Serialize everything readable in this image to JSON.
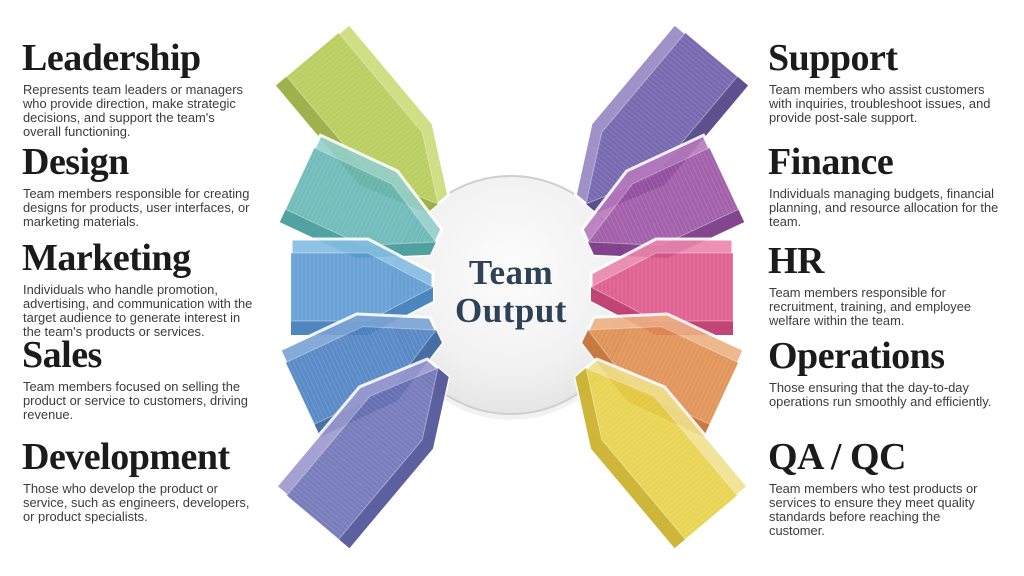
{
  "center": {
    "title_line1": "Team",
    "title_line2": "Output"
  },
  "colors": {
    "title_text": "#2d4256",
    "circle_fill_inner": "#fdfdfd",
    "circle_fill_outer": "#e2e2e2",
    "circle_rim": "#cfcfcf",
    "heading_text": "#1b1b1b",
    "body_text": "#3c3c3c",
    "background": "#ffffff"
  },
  "left_sections": [
    {
      "heading": "Leadership",
      "body": "Represents team leaders or managers\nwho provide direction, make strategic\ndecisions, and support the team's\noverall functioning."
    },
    {
      "heading": "Design",
      "body": "Team members responsible for creating\ndesigns for products, user interfaces, or\nmarketing materials."
    },
    {
      "heading": "Marketing",
      "body": "Individuals who handle promotion,\nadvertising, and communication with the\ntarget audience to generate interest in\nthe team's products or services."
    },
    {
      "heading": "Sales",
      "body": "Team members focused on selling the\nproduct or service to customers, driving\nrevenue."
    },
    {
      "heading": "Development",
      "body": "Those who develop the product or\nservice, such as engineers, developers,\nor product specialists."
    }
  ],
  "right_sections": [
    {
      "heading": "Support",
      "body": "Team members who assist customers\nwith inquiries, troubleshoot issues, and\nprovide post-sale support."
    },
    {
      "heading": "Finance",
      "body": "Individuals managing budgets, financial\nplanning, and resource allocation for the\nteam."
    },
    {
      "heading": "HR",
      "body": "Team members responsible for\nrecruitment, training, and employee\nwelfare within the team."
    },
    {
      "heading": "Operations",
      "body": "Those ensuring that the day-to-day\noperations run smoothly and efficiently."
    },
    {
      "heading": "QA / QC",
      "body": "Team members who test products or\nservices to ensure they meet quality\nstandards before reaching the\ncustomer."
    }
  ],
  "arrows": {
    "left": [
      {
        "label": "Leadership",
        "colors": {
          "light": "#ccdc78",
          "mid": "#b3ca52",
          "dark": "#94a93a"
        }
      },
      {
        "label": "Design",
        "colors": {
          "light": "#93cfcb",
          "mid": "#63b5b4",
          "dark": "#3f9896"
        }
      },
      {
        "label": "Marketing",
        "colors": {
          "light": "#85bce3",
          "mid": "#5898d2",
          "dark": "#3c7ab8"
        }
      },
      {
        "label": "Sales",
        "colors": {
          "light": "#7ba3d4",
          "mid": "#4a7fc1",
          "dark": "#33619e"
        }
      },
      {
        "label": "Development",
        "colors": {
          "light": "#9a99cf",
          "mid": "#6b6fb5",
          "dark": "#4c4f94"
        }
      }
    ],
    "right": [
      {
        "label": "Support",
        "colors": {
          "light": "#9587c4",
          "mid": "#6a5aa8",
          "dark": "#4b3e82"
        }
      },
      {
        "label": "Finance",
        "colors": {
          "light": "#b878bd",
          "mid": "#9b50a3",
          "dark": "#763181"
        }
      },
      {
        "label": "HR",
        "colors": {
          "light": "#ea86ab",
          "mid": "#dd5386",
          "dark": "#bc3367"
        }
      },
      {
        "label": "Operations",
        "colors": {
          "light": "#edb183",
          "mid": "#df8b4b",
          "dark": "#c26d2e"
        }
      },
      {
        "label": "QA / QC",
        "colors": {
          "light": "#f0e18c",
          "mid": "#e7d143",
          "dark": "#c9af25"
        }
      }
    ]
  }
}
